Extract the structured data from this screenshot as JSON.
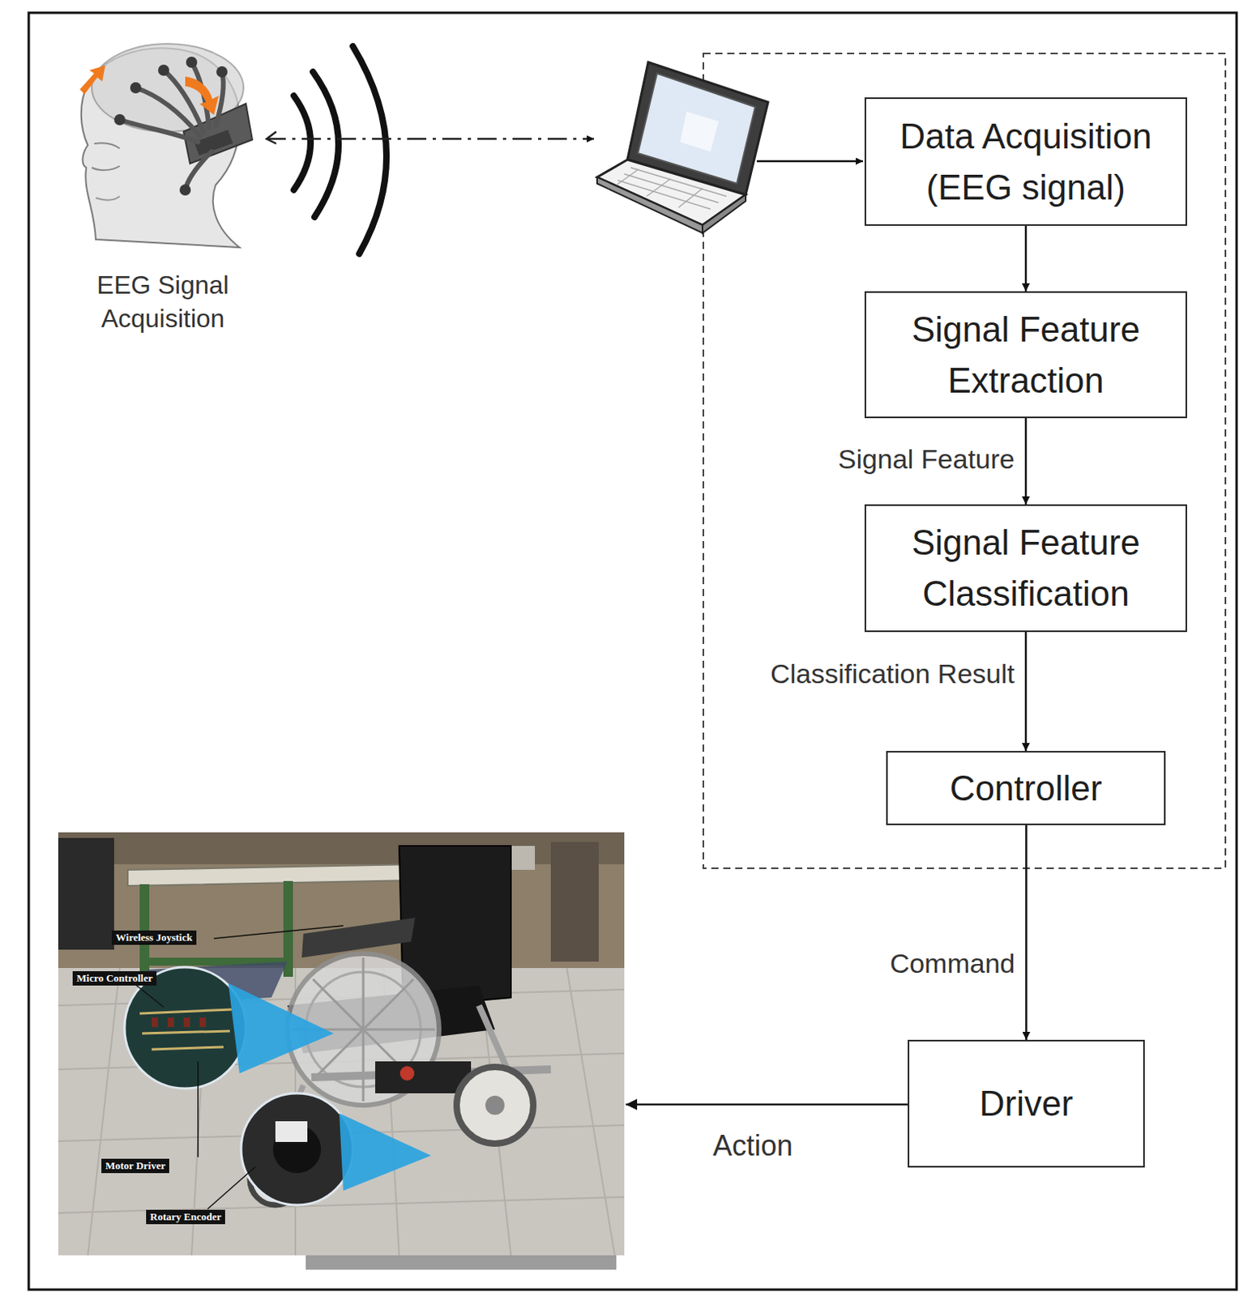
{
  "diagram": {
    "nodes": [
      {
        "text": [
          "Data Acquisition (EEG signal)"
        ]
      },
      {
        "text": [
          "Signal Feature Extraction"
        ]
      },
      {
        "text": [
          "Signal Feature Classification"
        ]
      },
      {
        "text": [
          "Controller"
        ]
      },
      {
        "text": [
          "Driver"
        ]
      }
    ],
    "edges": [
      {
        "from": 0,
        "to": 1,
        "arrow": "to"
      },
      {
        "from": 1,
        "to": 2,
        "label": "Signal Feature",
        "arrow": "to"
      },
      {
        "from": 2,
        "to": 3,
        "label": "Classification Result",
        "arrow": "to"
      },
      {
        "from": 3,
        "to": 4,
        "label": "Command",
        "arrow": "to"
      }
    ],
    "labels": [
      "EEG Signal Acquisition",
      "Wireless Joystick",
      "Micro Controller",
      "Motor Driver",
      "Rotary Encoder",
      "Action"
    ]
  }
}
